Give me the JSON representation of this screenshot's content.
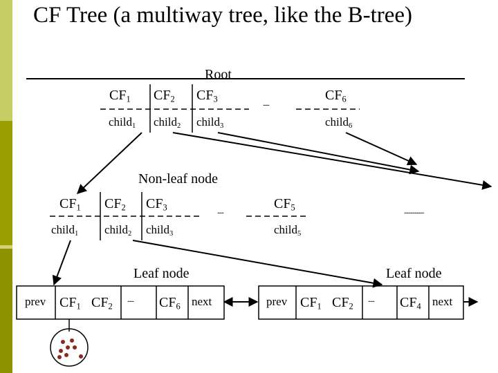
{
  "sidebar": {
    "colors": [
      "#c6cc66",
      "#9aa000",
      "#cfd37a",
      "#8d9300"
    ]
  },
  "title": "CF Tree (a multiway tree, like the B-tree)",
  "root": {
    "label": "Root",
    "entries": [
      {
        "base": "CF",
        "sub": "1"
      },
      {
        "base": "CF",
        "sub": "2"
      },
      {
        "base": "CF",
        "sub": "3"
      },
      {
        "base": "CF",
        "sub": "6"
      }
    ],
    "children": [
      {
        "base": "child",
        "sub": "1"
      },
      {
        "base": "child",
        "sub": "2"
      },
      {
        "base": "child",
        "sub": "3"
      },
      {
        "base": "child",
        "sub": "6"
      }
    ],
    "ellipsis": "......"
  },
  "nonleaf": {
    "label": "Non-leaf node",
    "entries": [
      {
        "base": "CF",
        "sub": "1"
      },
      {
        "base": "CF",
        "sub": "2"
      },
      {
        "base": "CF",
        "sub": "3"
      },
      {
        "base": "CF",
        "sub": "5"
      }
    ],
    "children": [
      {
        "base": "child",
        "sub": "1"
      },
      {
        "base": "child",
        "sub": "2"
      },
      {
        "base": "child",
        "sub": "3"
      },
      {
        "base": "child",
        "sub": "5"
      }
    ],
    "ellipsis": "......",
    "more": "..................."
  },
  "leaf_left": {
    "label": "Leaf node",
    "prev": "prev",
    "entries": [
      {
        "base": "CF",
        "sub": "1"
      },
      {
        "base": "CF",
        "sub": "2"
      },
      {
        "base": "CF",
        "sub": "6"
      }
    ],
    "next": "next",
    "ellipsis": "......"
  },
  "leaf_right": {
    "label": "Leaf node",
    "prev": "prev",
    "entries": [
      {
        "base": "CF",
        "sub": "1"
      },
      {
        "base": "CF",
        "sub": "2"
      },
      {
        "base": "CF",
        "sub": "4"
      }
    ],
    "next": "next",
    "ellipsis": "......"
  },
  "cluster_icon": "cluster-points-icon"
}
